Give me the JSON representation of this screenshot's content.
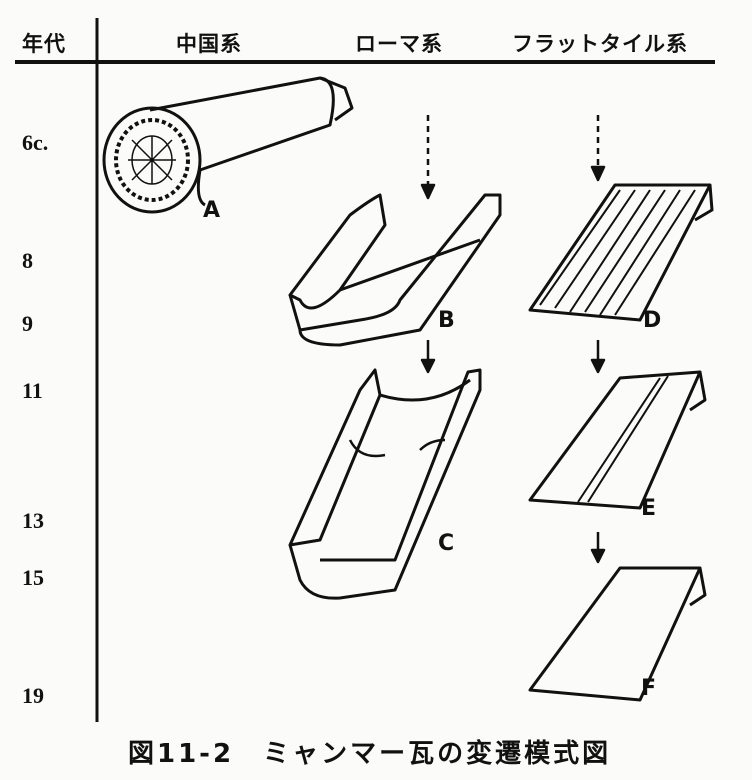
{
  "header": {
    "era": "年代",
    "chinese": "中国系",
    "roman": "ローマ系",
    "flat": "フラットタイル系"
  },
  "years": [
    "6c.",
    "8",
    "9",
    "11",
    "13",
    "15",
    "19"
  ],
  "labels": {
    "a": "A",
    "b": "B",
    "c": "C",
    "d": "D",
    "e": "E",
    "f": "F"
  },
  "caption": "図11-2　ミャンマー瓦の変遷模式図"
}
